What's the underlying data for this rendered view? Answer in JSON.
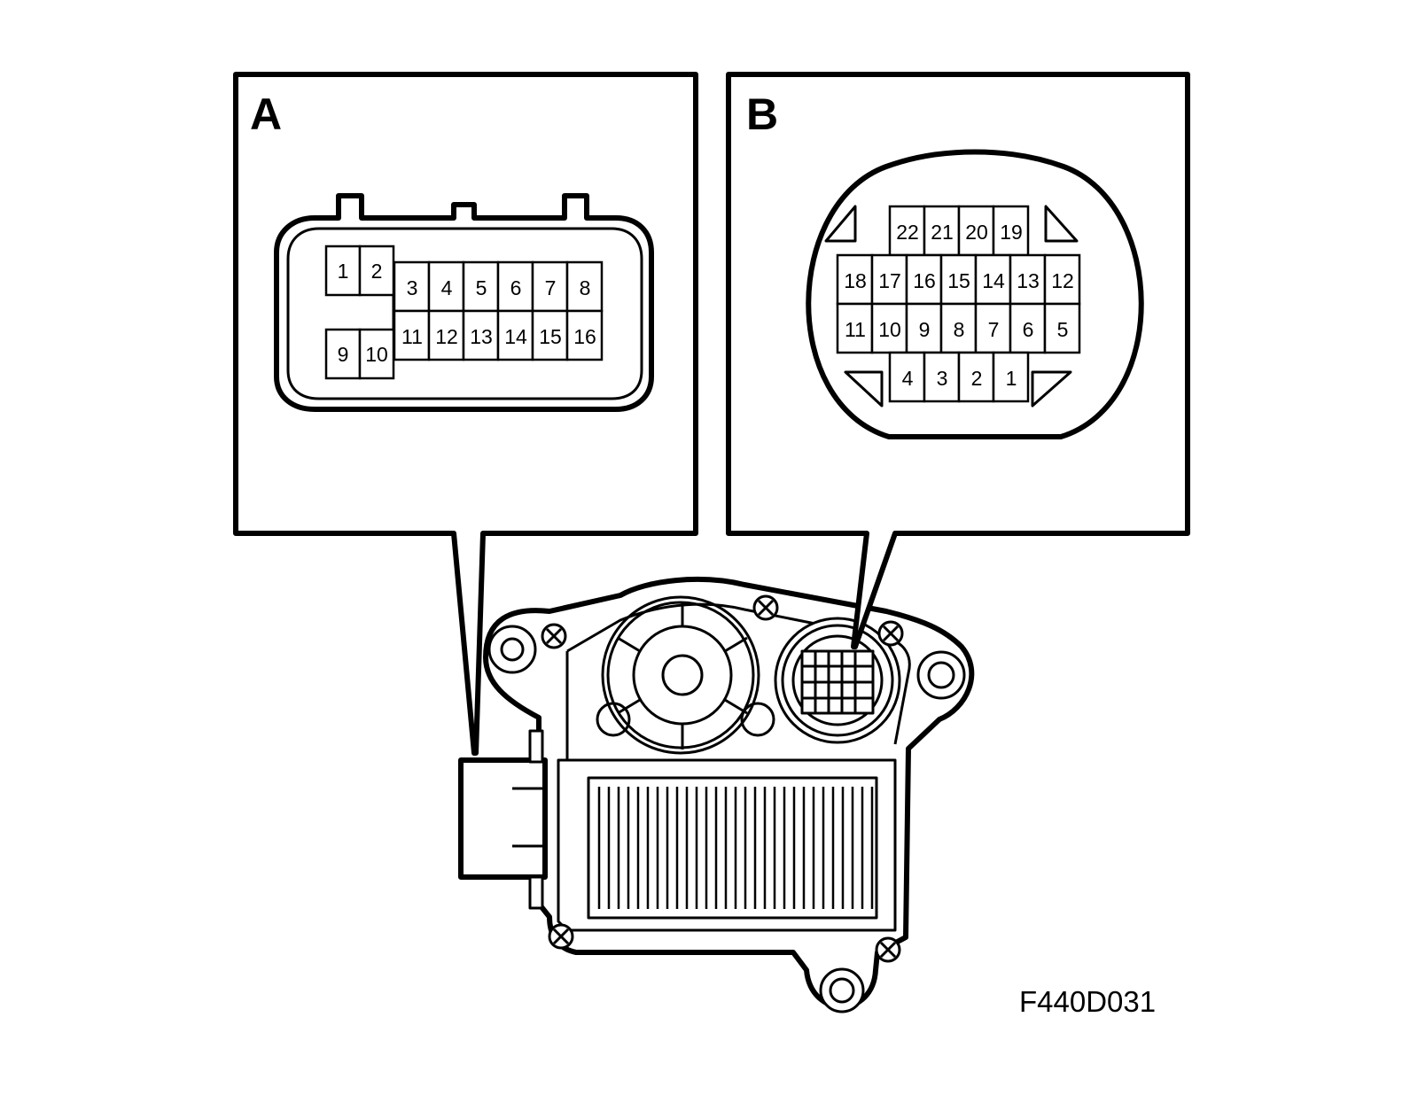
{
  "panels": {
    "a": {
      "label": "A",
      "pins": [
        "1",
        "2",
        "3",
        "4",
        "5",
        "6",
        "7",
        "8",
        "9",
        "10",
        "11",
        "12",
        "13",
        "14",
        "15",
        "16"
      ]
    },
    "b": {
      "label": "B",
      "pins": [
        "1",
        "2",
        "3",
        "4",
        "5",
        "6",
        "7",
        "8",
        "9",
        "10",
        "11",
        "12",
        "13",
        "14",
        "15",
        "16",
        "17",
        "18",
        "19",
        "20",
        "21",
        "22"
      ]
    }
  },
  "figure_code": "F440D031"
}
